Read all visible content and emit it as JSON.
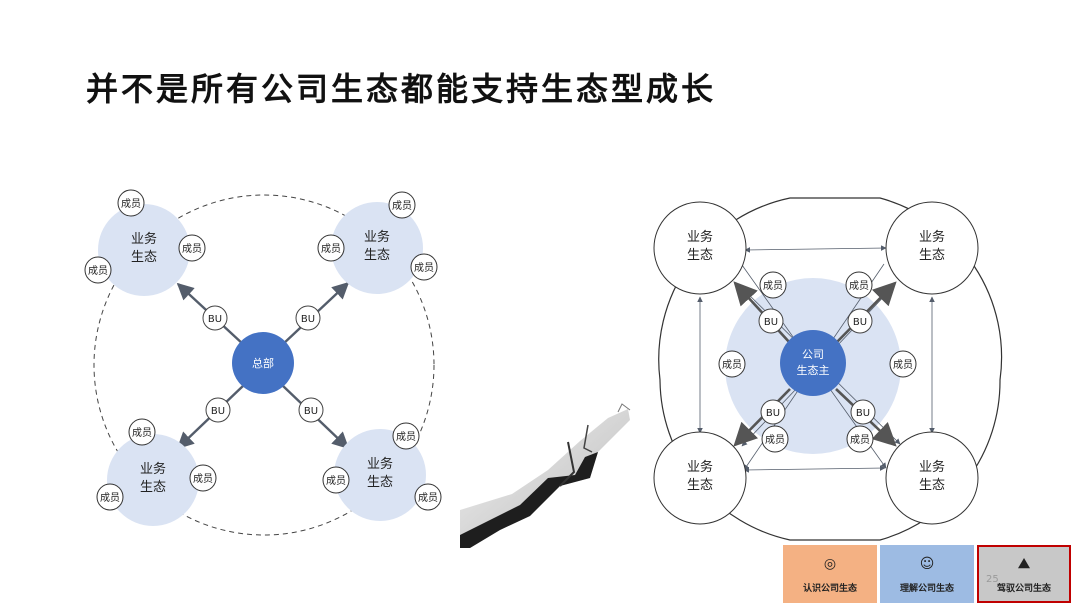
{
  "title": "并不是所有公司生态都能支持生态型成长",
  "left": {
    "hub": "总部",
    "member": "成员",
    "bu": "BU",
    "ecosystem": [
      "业务",
      "生态"
    ]
  },
  "right": {
    "hub": [
      "公司",
      "生态主"
    ],
    "member": "成员",
    "bu": "BU",
    "ecosystem": [
      "业务",
      "生态"
    ]
  },
  "nav": {
    "items": [
      {
        "label": "认识公司生态",
        "icon": "eye-icon",
        "color": "#f4b183"
      },
      {
        "label": "理解公司生态",
        "icon": "head-icon",
        "color": "#9dbbe3"
      },
      {
        "label": "驾驭公司生态",
        "icon": "climb-icon",
        "color": "#c8c8c8",
        "active": true
      }
    ],
    "active_border": "#c00000"
  },
  "page_number": "25",
  "colors": {
    "hub": "#4472c4",
    "ecosystem": "#dae3f3",
    "arrow": "#545d6b"
  }
}
